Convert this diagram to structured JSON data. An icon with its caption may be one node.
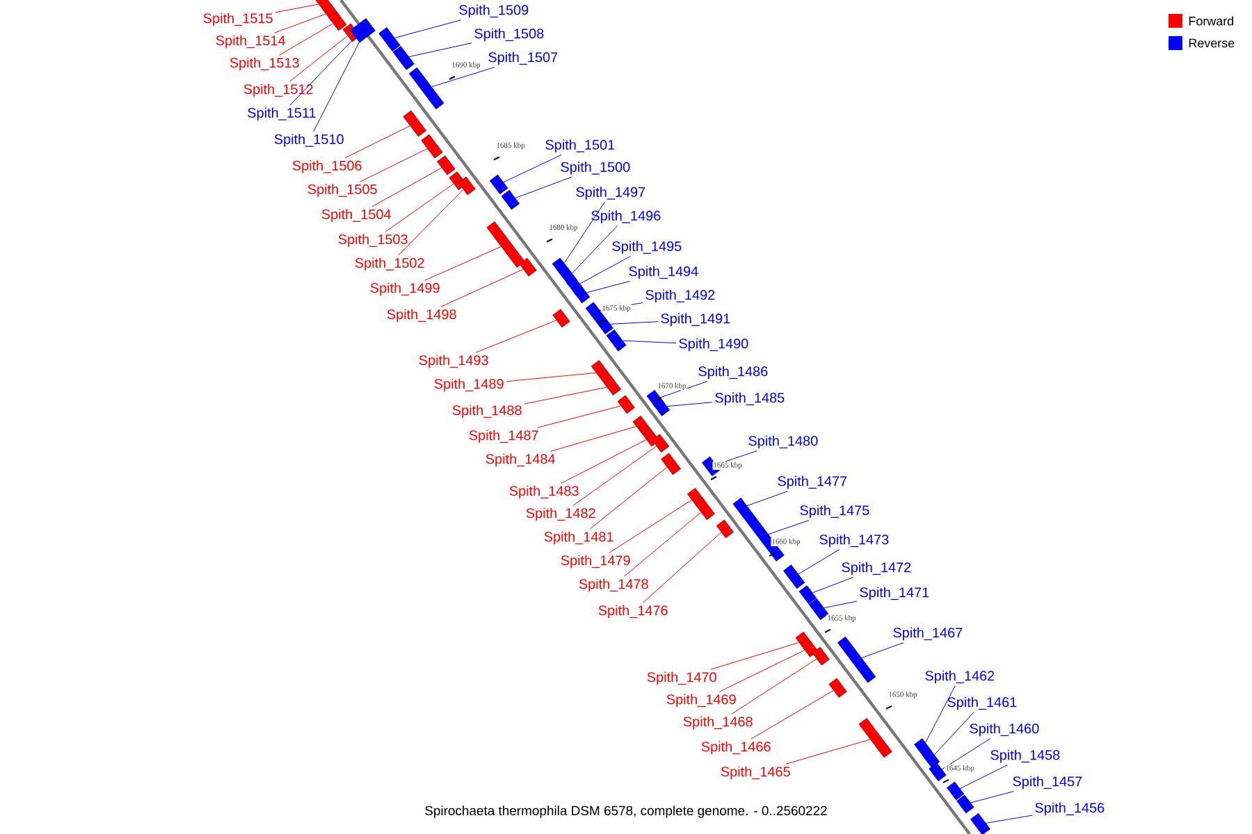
{
  "diagram": {
    "caption": "Spirochaeta thermophila DSM 6578, complete genome. - 0..2560222",
    "nodes": [
      {
        "text": [
          "Spith_1509"
        ]
      },
      {
        "text": [],
        "shape": "box"
      },
      {
        "text": [
          "Spith_1515"
        ]
      },
      {
        "text": [],
        "shape": "box"
      },
      {
        "text": [
          "Spith_1508"
        ]
      },
      {
        "text": [],
        "shape": "box"
      },
      {
        "text": [
          "Spith_1514"
        ]
      },
      {
        "text": [],
        "shape": "box"
      },
      {
        "text": [
          "Spith_1507"
        ]
      },
      {
        "text": [],
        "shape": "box"
      },
      {
        "text": [
          "Spith_1513"
        ]
      },
      {
        "text": [],
        "shape": "box"
      },
      {
        "text": [
          "Spith_1512"
        ]
      },
      {
        "text": [],
        "shape": "box"
      },
      {
        "text": [
          "Spith_1511"
        ]
      },
      {
        "text": [],
        "shape": "box"
      },
      {
        "text": [
          "Spith_1510"
        ]
      },
      {
        "text": [],
        "shape": "box"
      },
      {
        "text": [
          "Spith_1501"
        ]
      },
      {
        "text": [],
        "shape": "box"
      },
      {
        "text": [
          "Spith_1506"
        ]
      },
      {
        "text": [],
        "shape": "box"
      },
      {
        "text": [
          "Spith_1500"
        ]
      },
      {
        "text": [],
        "shape": "box"
      },
      {
        "text": [
          "Spith_1505"
        ]
      },
      {
        "text": [],
        "shape": "box"
      },
      {
        "text": [
          "Spith_1497"
        ]
      },
      {
        "text": [],
        "shape": "box"
      },
      {
        "text": [
          "Spith_1504"
        ]
      },
      {
        "text": [],
        "shape": "box"
      },
      {
        "text": [
          "Spith_1496"
        ]
      },
      {
        "text": [],
        "shape": "box"
      },
      {
        "text": [
          "Spith_1503"
        ]
      },
      {
        "text": [],
        "shape": "box"
      },
      {
        "text": [
          "Spith_1495"
        ]
      },
      {
        "text": [],
        "shape": "box"
      },
      {
        "text": [
          "Spith_1502"
        ]
      },
      {
        "text": [],
        "shape": "box"
      },
      {
        "text": [
          "Spith_1494"
        ]
      },
      {
        "text": [],
        "shape": "box"
      },
      {
        "text": [
          "Spith_1499"
        ]
      },
      {
        "text": [],
        "shape": "box"
      },
      {
        "text": [
          "Spith_1492"
        ]
      },
      {
        "text": [],
        "shape": "box"
      },
      {
        "text": [
          "Spith_1498"
        ]
      },
      {
        "text": [],
        "shape": "box"
      },
      {
        "text": [
          "Spith_1491"
        ]
      },
      {
        "text": [],
        "shape": "box"
      },
      {
        "text": [
          "Spith_1490"
        ]
      },
      {
        "text": [],
        "shape": "box"
      },
      {
        "text": [
          "Spith_1493"
        ]
      },
      {
        "text": [],
        "shape": "box"
      },
      {
        "text": [
          "Spith_1486"
        ]
      },
      {
        "text": [],
        "shape": "box"
      },
      {
        "text": [
          "Spith_1489"
        ]
      },
      {
        "text": [],
        "shape": "box"
      },
      {
        "text": [
          "Spith_1485"
        ]
      },
      {
        "text": [],
        "shape": "box"
      },
      {
        "text": [
          "Spith_1488"
        ]
      },
      {
        "text": [],
        "shape": "box"
      },
      {
        "text": [
          "Spith_1487"
        ]
      },
      {
        "text": [],
        "shape": "box"
      },
      {
        "text": [
          "Spith_1480"
        ]
      },
      {
        "text": [],
        "shape": "box"
      },
      {
        "text": [
          "Spith_1484"
        ]
      },
      {
        "text": [],
        "shape": "box"
      },
      {
        "text": [
          "Spith_1477"
        ]
      },
      {
        "text": [],
        "shape": "box"
      },
      {
        "text": [
          "Spith_1483"
        ]
      },
      {
        "text": [],
        "shape": "box"
      },
      {
        "text": [
          "Spith_1475"
        ]
      },
      {
        "text": [],
        "shape": "box"
      },
      {
        "text": [
          "Spith_1482"
        ]
      },
      {
        "text": [],
        "shape": "box"
      },
      {
        "text": [
          "Spith_1481"
        ]
      },
      {
        "text": [],
        "shape": "box"
      },
      {
        "text": [
          "Spith_1473"
        ]
      },
      {
        "text": [],
        "shape": "box"
      },
      {
        "text": [
          "Spith_1479"
        ]
      },
      {
        "text": [],
        "shape": "box"
      },
      {
        "text": [
          "Spith_1472"
        ]
      },
      {
        "text": [],
        "shape": "box"
      },
      {
        "text": [
          "Spith_1478"
        ]
      },
      {
        "text": [],
        "shape": "box"
      },
      {
        "text": [
          "Spith_1471"
        ]
      },
      {
        "text": [],
        "shape": "box"
      },
      {
        "text": [
          "Spith_1476"
        ]
      },
      {
        "text": [],
        "shape": "box"
      },
      {
        "text": [
          "Spith_1467"
        ]
      },
      {
        "text": [],
        "shape": "box"
      },
      {
        "text": [
          "Spith_1470"
        ]
      },
      {
        "text": [],
        "shape": "box"
      },
      {
        "text": [
          "Spith_1462"
        ]
      },
      {
        "text": [],
        "shape": "box"
      },
      {
        "text": [
          "Spith_1469"
        ]
      },
      {
        "text": [],
        "shape": "box"
      },
      {
        "text": [
          "Spith_1461"
        ]
      },
      {
        "text": [],
        "shape": "box"
      },
      {
        "text": [
          "Spith_1468"
        ]
      },
      {
        "text": [],
        "shape": "box"
      },
      {
        "text": [
          "Spith_1460"
        ]
      },
      {
        "text": [],
        "shape": "box"
      },
      {
        "text": [
          "Spith_1466"
        ]
      },
      {
        "text": [],
        "shape": "box"
      },
      {
        "text": [
          "Spith_1458"
        ]
      },
      {
        "text": [],
        "shape": "box"
      },
      {
        "text": [
          "Spith_1465"
        ]
      },
      {
        "text": [],
        "shape": "box"
      },
      {
        "text": [
          "Spith_1457"
        ]
      },
      {
        "text": [],
        "shape": "box"
      },
      {
        "text": [
          "Spith_1456"
        ]
      },
      {
        "text": [],
        "shape": "box"
      }
    ],
    "edges": [
      {
        "from": 0,
        "to": 1,
        "arrow": "none",
        "color": "#0000ff"
      },
      {
        "from": 2,
        "to": 3,
        "arrow": "none",
        "color": "#ff0000"
      },
      {
        "from": 4,
        "to": 5,
        "arrow": "none",
        "color": "#0000ff"
      },
      {
        "from": 6,
        "to": 7,
        "arrow": "none",
        "color": "#ff0000"
      },
      {
        "from": 8,
        "to": 9,
        "arrow": "none",
        "color": "#0000ff"
      },
      {
        "from": 10,
        "to": 11,
        "arrow": "none",
        "color": "#ff0000"
      },
      {
        "from": 12,
        "to": 13,
        "arrow": "none",
        "color": "#ff0000"
      },
      {
        "from": 14,
        "to": 15,
        "arrow": "none",
        "color": "#0000ff"
      },
      {
        "from": 16,
        "to": 17,
        "arrow": "none",
        "color": "#0000ff"
      },
      {
        "from": 18,
        "to": 19,
        "arrow": "none",
        "color": "#0000ff"
      },
      {
        "from": 20,
        "to": 21,
        "arrow": "none",
        "color": "#ff0000"
      },
      {
        "from": 22,
        "to": 23,
        "arrow": "none",
        "color": "#0000ff"
      },
      {
        "from": 24,
        "to": 25,
        "arrow": "none",
        "color": "#ff0000"
      },
      {
        "from": 26,
        "to": 27,
        "arrow": "none",
        "color": "#0000ff"
      },
      {
        "from": 28,
        "to": 29,
        "arrow": "none",
        "color": "#ff0000"
      },
      {
        "from": 30,
        "to": 31,
        "arrow": "none",
        "color": "#0000ff"
      },
      {
        "from": 32,
        "to": 33,
        "arrow": "none",
        "color": "#ff0000"
      },
      {
        "from": 34,
        "to": 35,
        "arrow": "none",
        "color": "#0000ff"
      },
      {
        "from": 36,
        "to": 37,
        "arrow": "none",
        "color": "#ff0000"
      },
      {
        "from": 38,
        "to": 39,
        "arrow": "none",
        "color": "#0000ff"
      },
      {
        "from": 40,
        "to": 41,
        "arrow": "none",
        "color": "#ff0000"
      },
      {
        "from": 42,
        "to": 43,
        "arrow": "none",
        "color": "#0000ff"
      },
      {
        "from": 44,
        "to": 45,
        "arrow": "none",
        "color": "#ff0000"
      },
      {
        "from": 46,
        "to": 47,
        "arrow": "none",
        "color": "#0000ff"
      },
      {
        "from": 48,
        "to": 49,
        "arrow": "none",
        "color": "#0000ff"
      },
      {
        "from": 50,
        "to": 51,
        "arrow": "none",
        "color": "#ff0000"
      },
      {
        "from": 52,
        "to": 53,
        "arrow": "none",
        "color": "#0000ff"
      },
      {
        "from": 54,
        "to": 55,
        "arrow": "none",
        "color": "#ff0000"
      },
      {
        "from": 56,
        "to": 57,
        "arrow": "none",
        "color": "#0000ff"
      },
      {
        "from": 58,
        "to": 59,
        "arrow": "none",
        "color": "#ff0000"
      },
      {
        "from": 60,
        "to": 61,
        "arrow": "none",
        "color": "#ff0000"
      },
      {
        "from": 62,
        "to": 63,
        "arrow": "none",
        "color": "#0000ff"
      },
      {
        "from": 64,
        "to": 65,
        "arrow": "none",
        "color": "#ff0000"
      },
      {
        "from": 66,
        "to": 67,
        "arrow": "none",
        "color": "#0000ff"
      },
      {
        "from": 68,
        "to": 69,
        "arrow": "none",
        "color": "#ff0000"
      },
      {
        "from": 70,
        "to": 71,
        "arrow": "none",
        "color": "#0000ff"
      },
      {
        "from": 72,
        "to": 73,
        "arrow": "none",
        "color": "#ff0000"
      },
      {
        "from": 74,
        "to": 75,
        "arrow": "none",
        "color": "#ff0000"
      },
      {
        "from": 76,
        "to": 77,
        "arrow": "none",
        "color": "#0000ff"
      },
      {
        "from": 78,
        "to": 79,
        "arrow": "none",
        "color": "#ff0000"
      },
      {
        "from": 80,
        "to": 81,
        "arrow": "none",
        "color": "#0000ff"
      },
      {
        "from": 82,
        "to": 83,
        "arrow": "none",
        "color": "#ff0000"
      },
      {
        "from": 84,
        "to": 85,
        "arrow": "none",
        "color": "#0000ff"
      },
      {
        "from": 86,
        "to": 87,
        "arrow": "none",
        "color": "#ff0000"
      },
      {
        "from": 88,
        "to": 89,
        "arrow": "none",
        "color": "#0000ff"
      },
      {
        "from": 90,
        "to": 91,
        "arrow": "none",
        "color": "#ff0000"
      },
      {
        "from": 92,
        "to": 93,
        "arrow": "none",
        "color": "#0000ff"
      },
      {
        "from": 94,
        "to": 95,
        "arrow": "none",
        "color": "#ff0000"
      },
      {
        "from": 96,
        "to": 97,
        "arrow": "none",
        "color": "#0000ff"
      },
      {
        "from": 98,
        "to": 99,
        "arrow": "none",
        "color": "#ff0000"
      },
      {
        "from": 100,
        "to": 101,
        "arrow": "none",
        "color": "#0000ff"
      },
      {
        "from": 102,
        "to": 103,
        "arrow": "none",
        "color": "#ff0000"
      },
      {
        "from": 104,
        "to": 105,
        "arrow": "none",
        "color": "#0000ff"
      },
      {
        "from": 106,
        "to": 107,
        "arrow": "none",
        "color": "#ff0000"
      },
      {
        "from": 108,
        "to": 109,
        "arrow": "none",
        "color": "#0000ff"
      },
      {
        "from": 110,
        "to": 111,
        "arrow": "none",
        "color": "#0000ff"
      }
    ],
    "labels": [
      "1690 kbp",
      "1685 kbp",
      "1680 kbp",
      "1675 kbp",
      "1670 kbp",
      "1665 kbp",
      "1660 kbp",
      "1655 kbp",
      "1650 kbp",
      "1645 kbp"
    ],
    "legend": [
      {
        "text": "Forward",
        "color": "#ff0000"
      },
      {
        "text": "Reverse",
        "color": "#0000ff"
      }
    ]
  }
}
